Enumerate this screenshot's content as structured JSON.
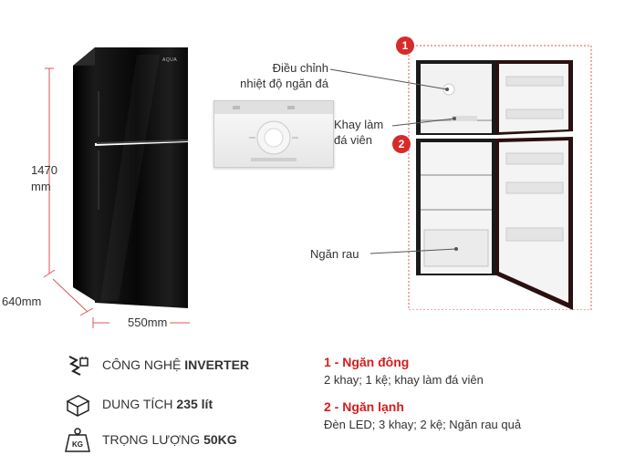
{
  "dimensions": {
    "height_value": "1470",
    "height_unit": "mm",
    "depth": "640mm",
    "width": "550mm"
  },
  "callouts": {
    "temp_control": [
      "Điều chỉnh",
      "nhiệt độ ngăn đá"
    ],
    "ice_tray": [
      "Khay làm",
      "đá viên"
    ],
    "vegetable": "Ngăn rau"
  },
  "inset_brand": "AQUA",
  "badges": {
    "one": "1",
    "two": "2"
  },
  "specs": [
    {
      "icon": "inverter-chip-icon",
      "prefix": "CÔNG NGHỆ ",
      "bold": "INVERTER"
    },
    {
      "icon": "capacity-box-icon",
      "prefix": "DUNG TÍCH ",
      "bold": "235 lít"
    },
    {
      "icon": "weight-kg-icon",
      "prefix": "TRỌNG LƯỢNG ",
      "bold": "50KG",
      "icon_text": "KG"
    }
  ],
  "sections": [
    {
      "title": "1 - Ngăn đông",
      "desc": "2 khay; 1 kệ; khay làm đá viên"
    },
    {
      "title": "2 - Ngăn lạnh",
      "desc": "Đèn LED; 3 khay; 2 kệ; Ngăn rau quả"
    }
  ],
  "colors": {
    "accent": "#d62b2b",
    "fridge_body": "#0b0b0b",
    "guide_line": "#e05555"
  }
}
